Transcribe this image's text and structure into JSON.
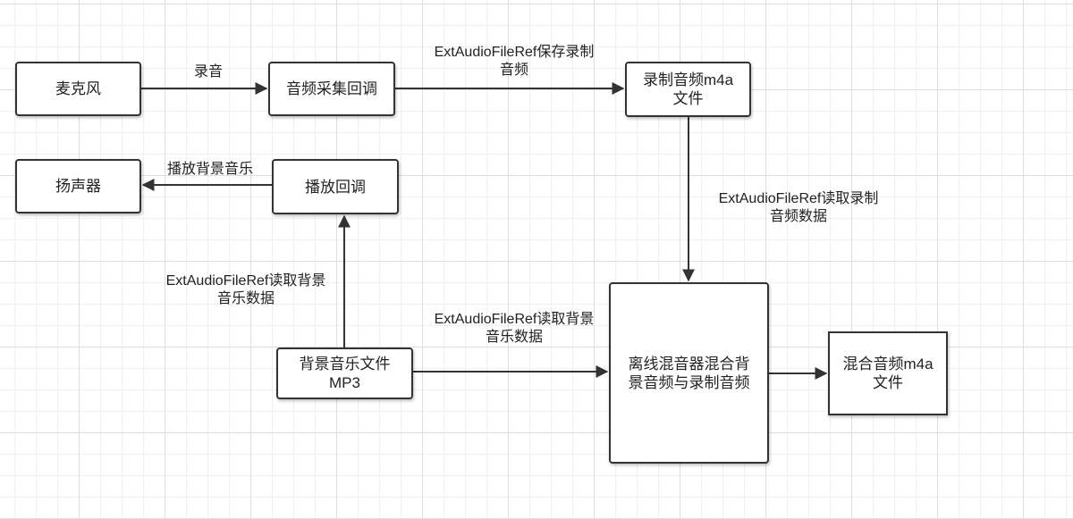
{
  "nodes": {
    "microphone": "麦克风",
    "capture_callback": "音频采集回调",
    "recorded_m4a": "录制音频m4a\n文件",
    "speaker": "扬声器",
    "playback_callback": "播放回调",
    "bgm_file": "背景音乐文件\nMP3",
    "offline_mixer": "离线混音器混合背\n景音频与录制音频",
    "mixed_m4a": "混合音频m4a\n文件"
  },
  "edges": {
    "record": "录音",
    "save_recording": "ExtAudioFileRef保存录制\n音频",
    "play_bgm": "播放背景音乐",
    "read_recording": "ExtAudioFileRef读取录制\n音频数据",
    "read_bgm_for_playback": "ExtAudioFileRef读取背景\n音乐数据",
    "read_bgm_for_mix": "ExtAudioFileRef读取背景\n音乐数据"
  }
}
